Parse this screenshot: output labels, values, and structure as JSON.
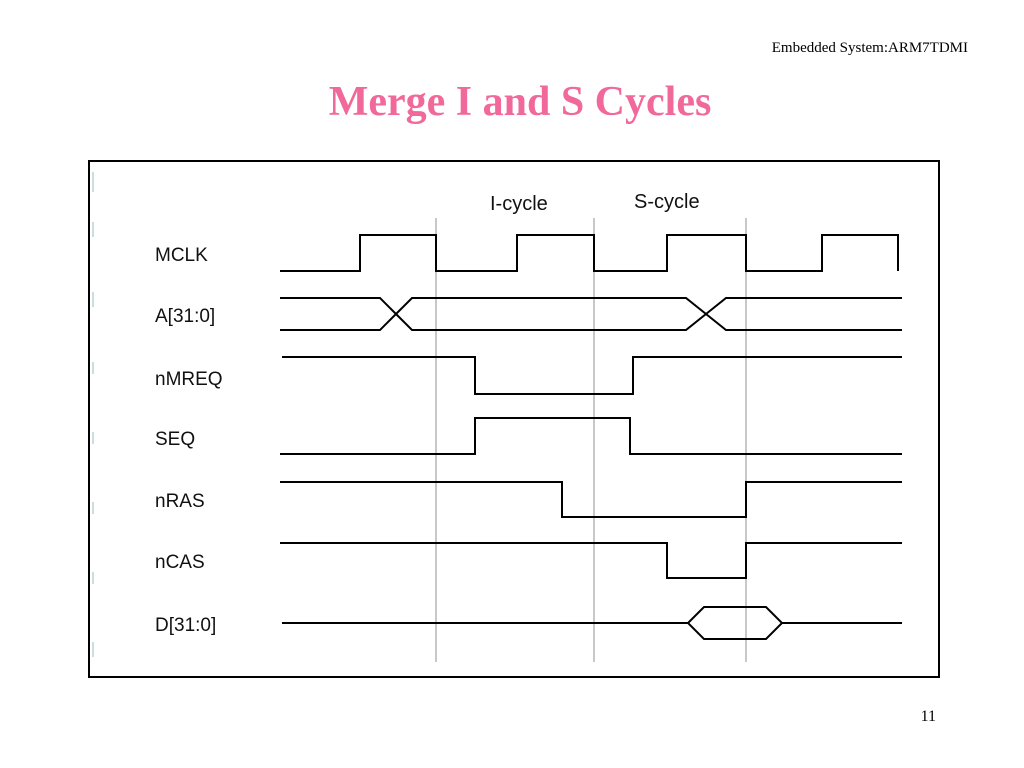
{
  "header": {
    "course": "Embedded System:ARM7TDMI"
  },
  "slide": {
    "title": "Merge I and S Cycles",
    "page_number": "11"
  },
  "diagram": {
    "cycle_labels": [
      "I-cycle",
      "S-cycle"
    ],
    "signals": [
      "MCLK",
      "A[31:0]",
      "nMREQ",
      "SEQ",
      "nRAS",
      "nCAS",
      "D[31:0]"
    ]
  }
}
